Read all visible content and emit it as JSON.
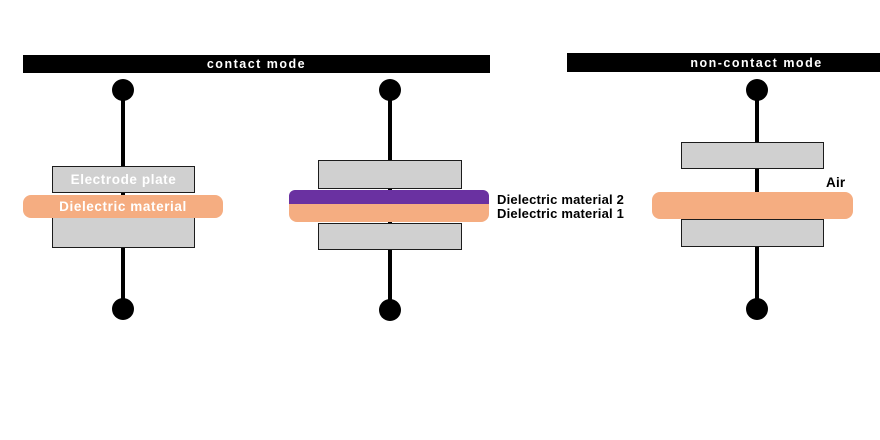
{
  "figure": {
    "headers": [
      {
        "label": "contact mode"
      },
      {
        "label": "non-contact mode"
      }
    ],
    "capacitor_contact_single": {
      "electrode_plate_label": "Electrode plate",
      "dielectric_label": "Dielectric material"
    },
    "capacitor_contact_double": {
      "dielectric2_label": "Dielectric material 2",
      "dielectric1_label": "Dielectric material 1"
    },
    "capacitor_non_contact": {
      "air_label": "Air"
    },
    "colors": {
      "header_bg": "#000000",
      "header_text": "#ffffff",
      "electrode_fill": "#d0d0d0",
      "electrode_border": "#1c1c1c",
      "dielectric_orange": "#f5ad81",
      "dielectric_purple": "#6a31a1",
      "wire": "#000000",
      "plate_text": "#ffffff",
      "annotation_text": "#000000"
    }
  }
}
